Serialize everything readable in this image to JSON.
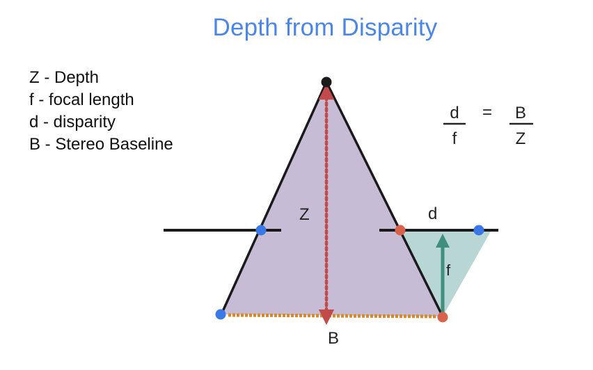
{
  "title": "Depth from Disparity",
  "legend": [
    "Z - Depth",
    "f - focal length",
    "d - disparity",
    "B - Stereo Baseline"
  ],
  "labels": {
    "z": "Z",
    "d": "d",
    "f": "f",
    "b": "B"
  },
  "formula": {
    "left_numerator": "d",
    "left_denominator": "f",
    "equals": "=",
    "right_numerator": "B",
    "right_denominator": "Z"
  },
  "colors": {
    "title": "#4a86e8",
    "triangle_fill": "#c6bcd6",
    "small_triangle_fill": "#b4d4d2",
    "depth_arrow": "#c14a4a",
    "baseline": "#d4892a",
    "focal_arrow": "#3f8f7b",
    "blue_point": "#3b78e7",
    "red_point": "#d9634a",
    "apex_point": "#1a1a1a"
  }
}
